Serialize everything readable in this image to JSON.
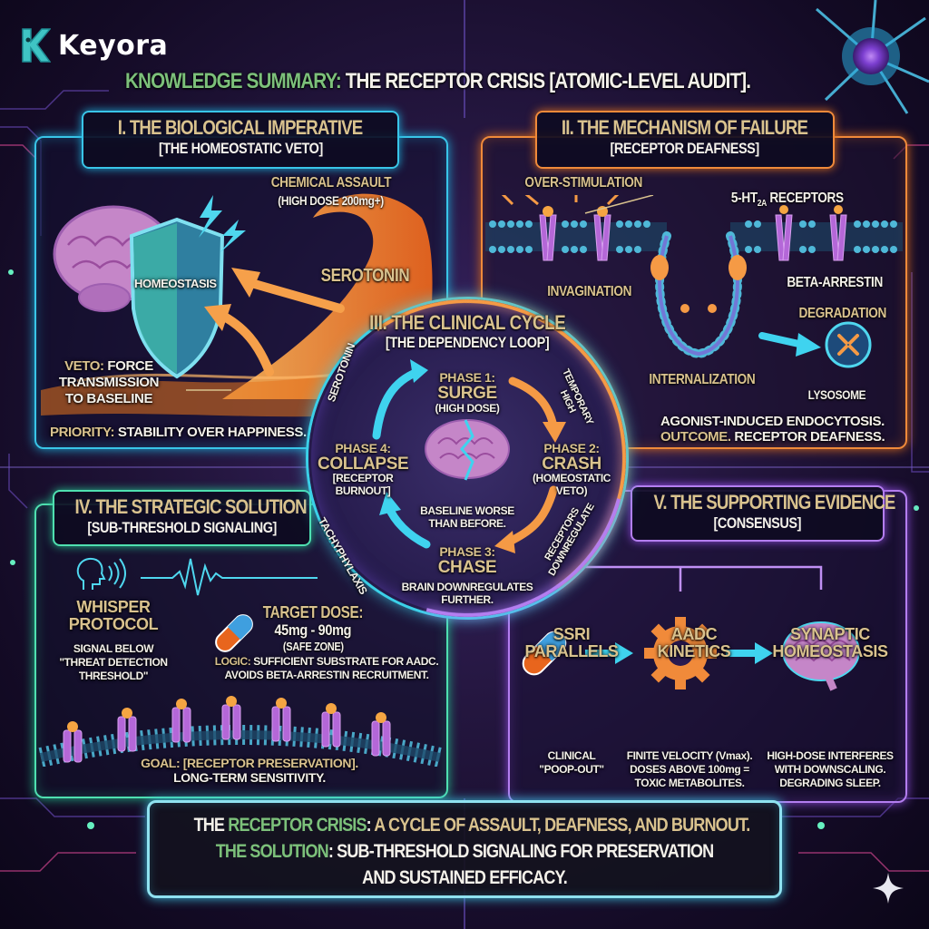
{
  "brand": {
    "name": "Keyora",
    "icon": "k-logo-icon"
  },
  "title": {
    "prefix": "KNOWLEDGE SUMMARY:",
    "main": " THE RECEPTOR CRISIS [ATOMIC-LEVEL AUDIT]."
  },
  "colors": {
    "accent_green": "#7cc07a",
    "accent_tan": "#d9c28e",
    "panel1": "#39c5e8",
    "panel2": "#f08a3a",
    "panel4": "#4fe0b0",
    "panel5": "#b47ef0",
    "background": "#24163f"
  },
  "sections": {
    "s1": {
      "title": "I. THE BIOLOGICAL IMPERATIVE",
      "subtitle": "[THE HOMEOSTATIC VETO]",
      "shield_label": "HOMEOSTASIS",
      "chemical_assault": "CHEMICAL ASSAULT",
      "high_dose": "(HIGH DOSE 200mg+)",
      "serotonin": "SEROTONIN",
      "veto_label": "VETO:",
      "veto_line1": " FORCE",
      "veto_line2": "TRANSMISSION",
      "veto_line3": "TO BASELINE",
      "priority_label": "PRIORITY:",
      "priority_text": " STABILITY OVER HAPPINESS.",
      "icons": [
        "brain-icon",
        "shield-icon",
        "lightning-icon",
        "wave-icon",
        "arrow-icon"
      ]
    },
    "s2": {
      "title": "II. THE MECHANISM OF FAILURE",
      "subtitle": "[RECEPTOR DEAFNESS]",
      "over_stimulation": "OVER-STIMULATION",
      "receptors_prefix": "5-HT",
      "receptors_sub": "2A",
      "receptors_suffix": " RECEPTORS",
      "invagination": "INVAGINATION",
      "beta_arrestin": "BETA-ARRESTIN",
      "degradation": "DEGRADATION",
      "internalization": "INTERNALIZATION",
      "lysosome": "LYSOSOME",
      "line1": "AGONIST-INDUCED ENDOCYTOSIS.",
      "outcome_label": "OUTCOME.",
      "outcome_text": " RECEPTOR DEAFNESS.",
      "icons": [
        "membrane-icon",
        "receptor-icon",
        "vesicle-icon",
        "lysosome-icon"
      ]
    },
    "s3": {
      "title": "III. THE CLINICAL CYCLE",
      "subtitle": "[THE DEPENDENCY LOOP]",
      "phase1_label": "PHASE 1:",
      "phase1_name": "SURGE",
      "phase1_note": "(HIGH DOSE)",
      "phase2_label": "PHASE 2:",
      "phase2_name": "CRASH",
      "phase2_note1": "(HOMEOSTATIC",
      "phase2_note2": "VETO)",
      "phase3_label": "PHASE 3:",
      "phase3_name": "CHASE",
      "phase3_note1": "BRAIN DOWNREGULATES",
      "phase3_note2": "FURTHER.",
      "phase4_label": "PHASE 4:",
      "phase4_name": "COLLAPSE",
      "phase4_note1": "[RECEPTOR",
      "phase4_note2": "BURNOUT]",
      "center_note1": "BASELINE WORSE",
      "center_note2": "THAN BEFORE.",
      "arc_serotonin": "SEROTONIN",
      "arc_temporary": "TEMPORARY",
      "arc_high": "HIGH",
      "arc_receptors": "RECEPTORS",
      "arc_downregulate": "DOWNREGULATE",
      "arc_tachyphylaxis": "TACHYPHYLAXIS",
      "icons": [
        "broken-brain-icon",
        "cycle-arrow-icon"
      ]
    },
    "s4": {
      "title": "IV. THE STRATEGIC SOLUTION",
      "subtitle": "[SUB-THRESHOLD SIGNALING]",
      "whisper1": "WHISPER",
      "whisper2": "PROTOCOL",
      "signal1": "SIGNAL BELOW",
      "signal2": "\"THREAT DETECTION",
      "signal3": "THRESHOLD\"",
      "target_label": "TARGET DOSE:",
      "target_range": "45mg - 90mg",
      "target_zone": "(SAFE ZONE)",
      "logic_label": "LOGIC:",
      "logic_text": " SUFFICIENT SUBSTRATE FOR AADC.",
      "logic_text2": "AVOIDS BETA-ARRESTIN RECRUITMENT.",
      "goal_label": "GOAL: [RECEPTOR PRESERVATION].",
      "goal_text": "LONG-TERM SENSITIVITY.",
      "icons": [
        "whisper-head-icon",
        "waveform-icon",
        "capsule-icon",
        "membrane-icon"
      ]
    },
    "s5": {
      "title": "V. THE SUPPORTING EVIDENCE",
      "subtitle": "[CONSENSUS]",
      "items": [
        {
          "title1": "SSRI",
          "title2": "PARALLELS",
          "desc1": "CLINICAL",
          "desc2": "\"POOP-OUT\"",
          "desc3": "",
          "icon": "capsule-icon"
        },
        {
          "title1": "AADC",
          "title2": "KINETICS",
          "desc1": "FINITE VELOCITY (Vmax).",
          "desc2": "DOSES ABOVE 100mg =",
          "desc3": "TOXIC METABOLITES.",
          "icon": "gear-icon"
        },
        {
          "title1": "SYNAPTIC",
          "title2": "HOMEOSTASIS",
          "desc1": "HIGH-DOSE INTERFERES",
          "desc2": "WITH DOWNSCALING.",
          "desc3": "DEGRADING SLEEP.",
          "icon": "brain-icon"
        }
      ]
    }
  },
  "summary": {
    "l1_a": "THE ",
    "l1_b": "RECEPTOR CRISIS",
    "l1_c": ": ",
    "l1_d": "A CYCLE OF ASSAULT, DEAFNESS, AND BURNOUT.",
    "l2_a": "THE SOLUTION",
    "l2_b": ": SUB-THRESHOLD SIGNALING FOR PRESERVATION",
    "l3": "AND SUSTAINED EFFICACY."
  }
}
